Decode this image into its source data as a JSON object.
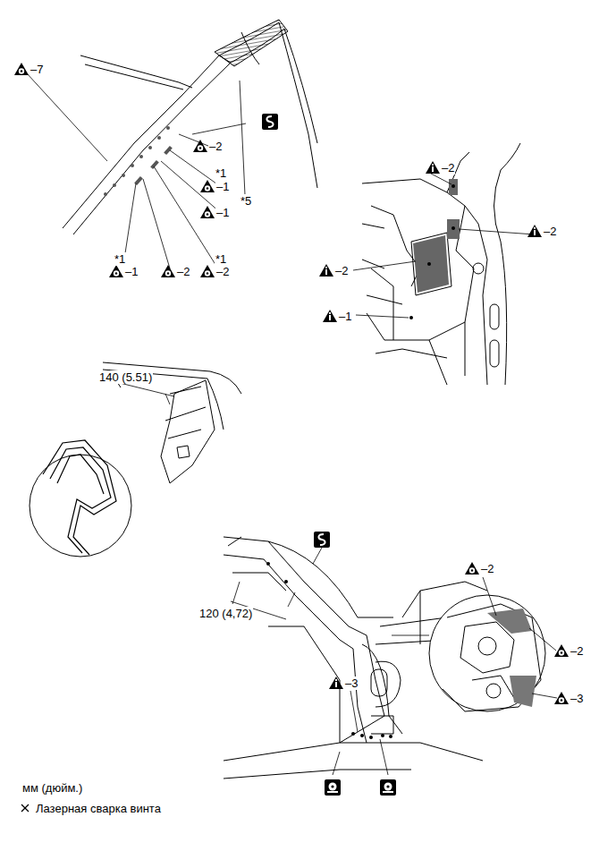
{
  "diagram": {
    "labels": [
      "–7",
      "*5",
      "–2",
      "*1",
      "–1",
      "–1",
      "*1",
      "–2",
      "*1",
      "–1",
      "–2",
      "–2",
      "–2",
      "–2",
      "–1",
      "140 (5.51)",
      "120 (4,72)",
      "–2",
      "–2",
      "–3",
      "–3",
      "мм (дюйм.)"
    ],
    "legend": [
      {
        "text": "Лазерная сварка винта"
      }
    ]
  }
}
